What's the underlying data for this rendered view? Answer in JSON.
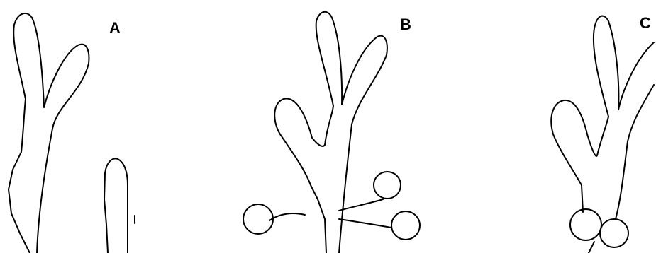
{
  "panels": [
    {
      "label": "A"
    },
    {
      "label": "B"
    },
    {
      "label": "C"
    }
  ],
  "colors": {
    "background": "#ffffff",
    "stroke": "#000000"
  }
}
